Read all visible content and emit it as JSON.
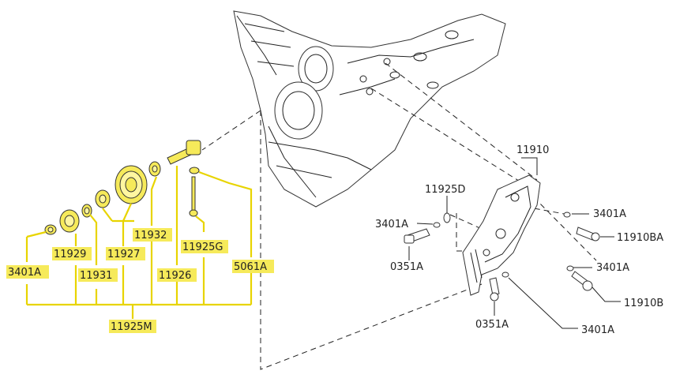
{
  "part_labels": {
    "p11910": "11910",
    "p11925D": "11925D",
    "p3401A_left": "3401A",
    "p0351A_top": "0351A",
    "p3401A_r1": "3401A",
    "p11910BA": "11910BA",
    "p3401A_r2": "3401A",
    "p11910B": "11910B",
    "p0351A_bottom": "0351A",
    "p3401A_bottom": "3401A"
  },
  "kit_labels": {
    "p3401A": "3401A",
    "p11929": "11929",
    "p11927": "11927",
    "p11931": "11931",
    "p11932": "11932",
    "p11925G": "11925G",
    "p11926": "11926",
    "p5061A": "5061A",
    "p11925M": "11925M"
  },
  "colors": {
    "highlight": "#f6ea5a",
    "line": "#222222"
  }
}
